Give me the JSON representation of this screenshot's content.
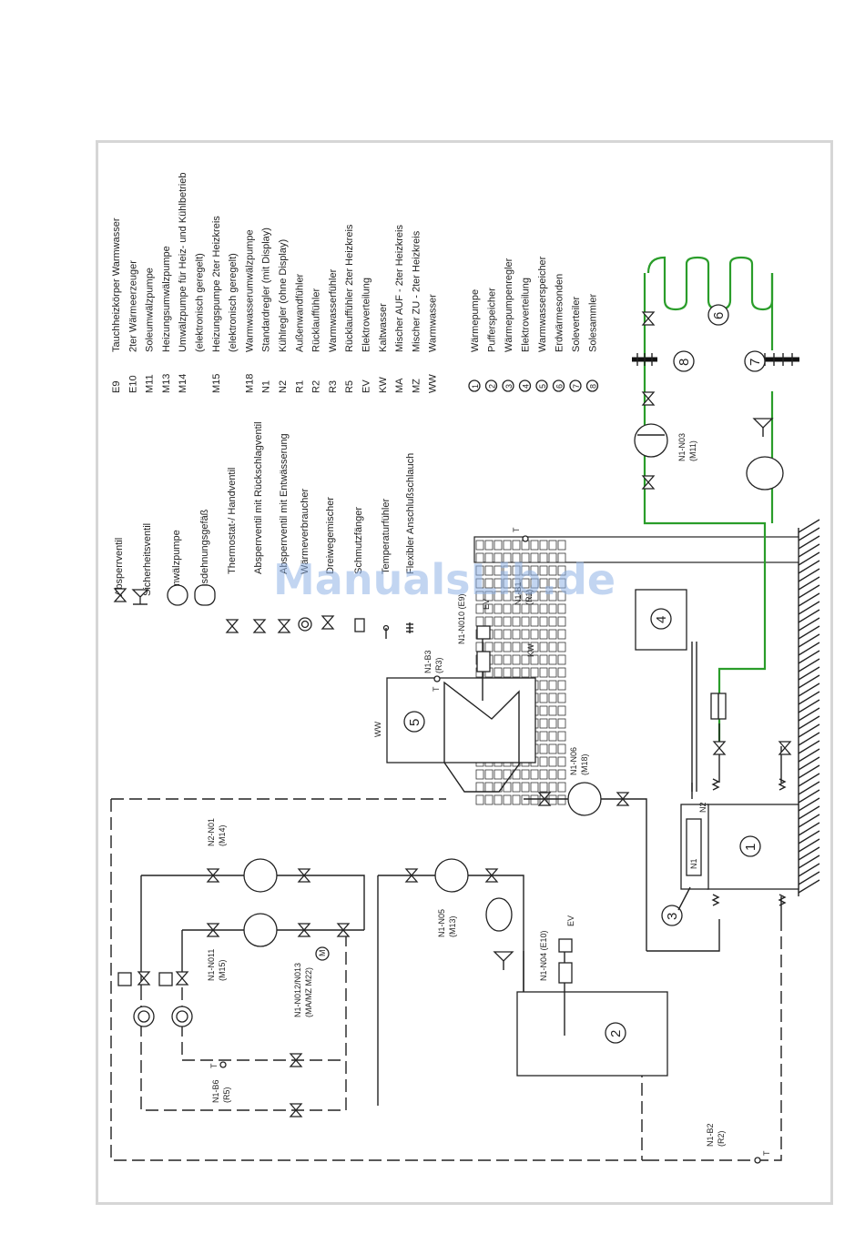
{
  "legend_codes": [
    {
      "code": "E9",
      "text": "Tauchheizkörper Warmwasser"
    },
    {
      "code": "E10",
      "text": "2ter Wärmeerzeuger"
    },
    {
      "code": "M11",
      "text": "Soleumwälzpumpe"
    },
    {
      "code": "M13",
      "text": "Heizungsumwälzpumpe"
    },
    {
      "code": "M14",
      "text": "Umwälzpumpe für Heiz- und Kühlbetrieb"
    },
    {
      "code": "",
      "text": "(elektronisch geregelt)"
    },
    {
      "code": "M15",
      "text": "Heizungspumpe 2ter Heizkreis"
    },
    {
      "code": "",
      "text": "(elektronisch geregelt)"
    },
    {
      "code": "M18",
      "text": "Warmwasserumwälzpumpe"
    },
    {
      "code": "N1",
      "text": "Standardregler (mit Display)"
    },
    {
      "code": "N2",
      "text": "Kühlregler     (ohne Display)"
    },
    {
      "code": "R1",
      "text": "Außenwandfühler"
    },
    {
      "code": "R2",
      "text": "Rücklauffühler"
    },
    {
      "code": "R3",
      "text": "Warmwasserfühler"
    },
    {
      "code": "R5",
      "text": "Rücklauffühler 2ter Heizkreis"
    },
    {
      "code": "EV",
      "text": "Elektroverteilung"
    },
    {
      "code": "KW",
      "text": "Kaltwasser"
    },
    {
      "code": "MA",
      "text": "Mischer AUF - 2ter Heizkreis"
    },
    {
      "code": "MZ",
      "text": "Mischer ZU   - 2ter Heizkreis"
    },
    {
      "code": "WW",
      "text": "Warmwasser"
    }
  ],
  "legend_numbers": [
    {
      "num": "1",
      "text": "Wärmepumpe"
    },
    {
      "num": "2",
      "text": "Pufferspeicher"
    },
    {
      "num": "3",
      "text": "Wärmepumpenregler"
    },
    {
      "num": "4",
      "text": "Elektroverteilung"
    },
    {
      "num": "5",
      "text": "Warmwasserspeicher"
    },
    {
      "num": "6",
      "text": "Erdwärmesonden"
    },
    {
      "num": "7",
      "text": "Soleverteiler"
    },
    {
      "num": "8",
      "text": "Solesammler"
    }
  ],
  "legend_symbols": [
    "Absperrventil",
    "Sicherheitsventil",
    "Umwälzpumpe",
    "Ausdehnungsgefäß",
    "Thermostat-/ Handventil",
    "Absperrventil mit Rückschlagventil",
    "Absperrventil mit Entwässerung",
    "Wärmeverbraucher",
    "Dreiwegemischer",
    "Schmutzfänger",
    "Temperaturfühler",
    "Flexibler Anschlußschlauch"
  ],
  "component_labels": {
    "n2_n01": "N2-N01",
    "m14": "(M14)",
    "n1_n011": "N1-N011",
    "m15": "(M15)",
    "n1_n012": "N1-N012/N013",
    "mamz": "(MA/MZ M22)",
    "n1_n05": "N1-N05",
    "m13": "(M13)",
    "n1_n04": "N1-N04 (E10)",
    "n1_n06": "N1-N06",
    "m18": "(M18)",
    "n1_n010": "N1-N010 (E9)",
    "n1_b3": "N1-B3",
    "r3": "(R3)",
    "n1_b6": "N1-B6",
    "r5": "(R5)",
    "n1_b2": "N1-B2",
    "r2": "(R2)",
    "n1_b1": "N1-B1",
    "r1": "(R1)",
    "n1_n03": "N1-N03",
    "m11": "(M11)",
    "ev": "EV",
    "t": "T",
    "ww": "WW",
    "kw": "KW",
    "n1": "N1",
    "n2": "N2",
    "m": "M"
  },
  "watermark": "ManualsLib.de"
}
